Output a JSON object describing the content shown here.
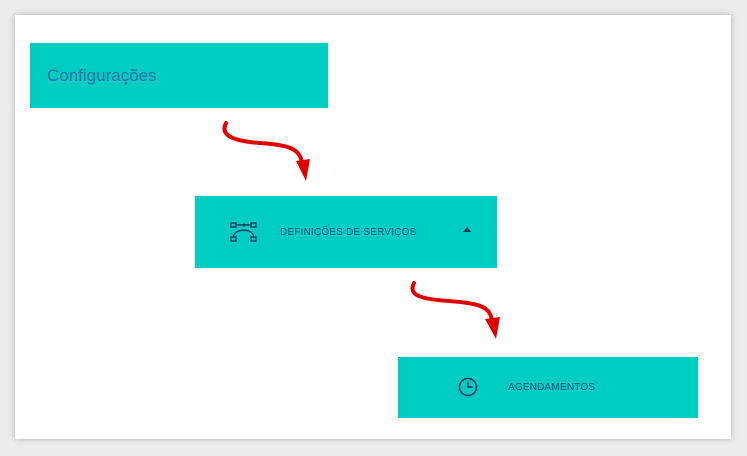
{
  "config_box": {
    "label": "Configurações"
  },
  "service_definitions": {
    "label": "DEFINIÇÕES DE SERVIÇOS",
    "icon": "bezier-curve-icon",
    "expand_icon": "caret-up-icon"
  },
  "scheduling": {
    "label": "AGENDAMENTOS",
    "icon": "clock-icon"
  },
  "colors": {
    "box_background": "#00cdc2",
    "text": "#1d4f7a",
    "arrow": "#e00000",
    "page_background": "#ffffff"
  }
}
